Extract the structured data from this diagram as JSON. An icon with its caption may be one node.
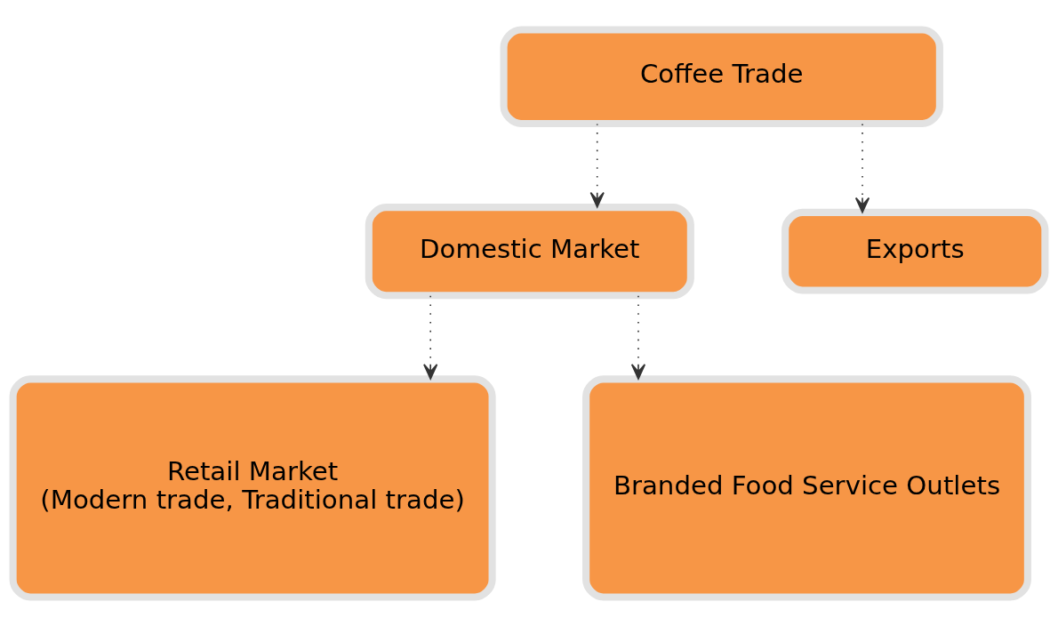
{
  "diagram": {
    "nodes": [
      {
        "text": [
          "Coffee Trade"
        ]
      },
      {
        "text": [
          "Domestic Market"
        ]
      },
      {
        "text": [
          "Exports"
        ]
      },
      {
        "text": [
          "Retail Market (Modern trade, Traditional trade)"
        ]
      },
      {
        "text": [
          "Branded Food Service Outlets"
        ]
      }
    ],
    "edges": [
      {
        "from": 0,
        "to": 1,
        "arrow": "to"
      },
      {
        "from": 0,
        "to": 2,
        "arrow": "to"
      },
      {
        "from": 1,
        "to": 3,
        "arrow": "to"
      },
      {
        "from": 1,
        "to": 4,
        "arrow": "to"
      }
    ]
  }
}
